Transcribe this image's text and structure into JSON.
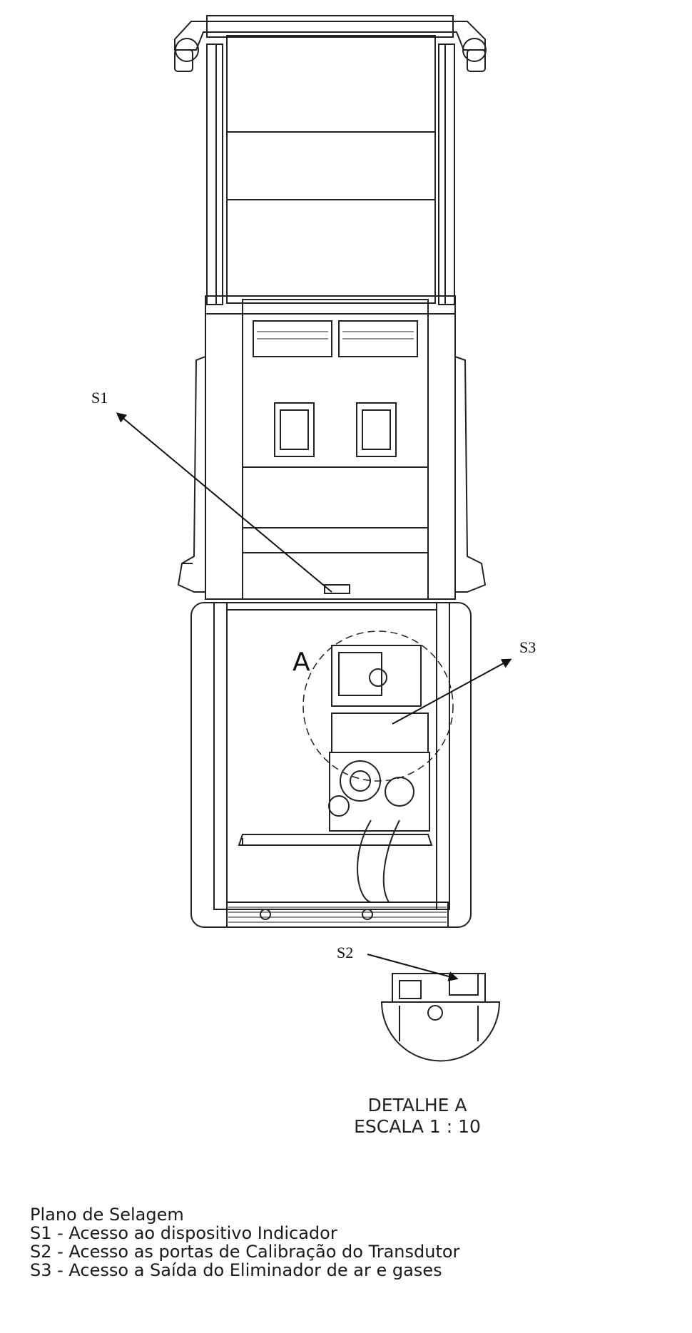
{
  "callouts": {
    "s1": "S1",
    "s2": "S2",
    "s3": "S3",
    "detail_marker": "A"
  },
  "detail": {
    "title": "DETALHE A",
    "scale": "ESCALA 1 : 10"
  },
  "legend": {
    "title": "Plano de Selagem",
    "items": [
      "S1 - Acesso ao dispositivo Indicador",
      "S2 - Acesso as portas de Calibração do Transdutor",
      "S3 - Acesso a Saída do Eliminador de ar e gases"
    ]
  }
}
